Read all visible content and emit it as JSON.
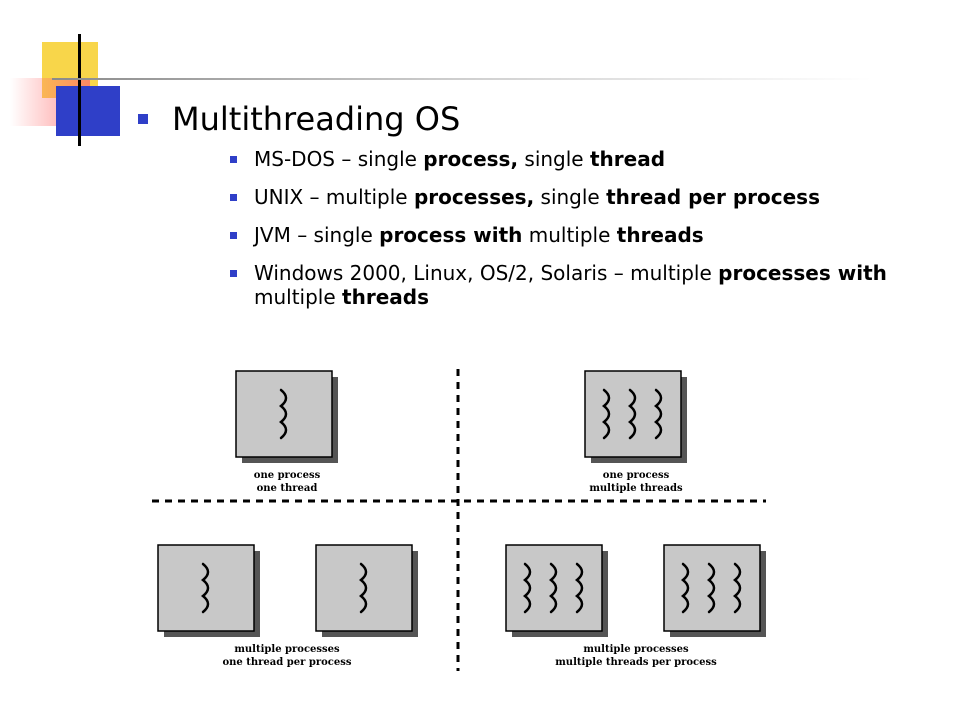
{
  "slide": {
    "title": "Multithreading OS",
    "bullets": [
      [
        {
          "t": "MS-DOS – single "
        },
        {
          "t": "process,",
          "b": true
        },
        {
          "t": " single "
        },
        {
          "t": "thread",
          "b": true
        }
      ],
      [
        {
          "t": "UNIX – multiple "
        },
        {
          "t": "processes,",
          "b": true
        },
        {
          "t": " single "
        },
        {
          "t": "thread per process",
          "b": true
        }
      ],
      [
        {
          "t": "JVM – single "
        },
        {
          "t": "process with",
          "b": true
        },
        {
          "t": " multiple "
        },
        {
          "t": "threads",
          "b": true
        }
      ],
      [
        {
          "t": "Windows 2000, Linux, OS/2, Solaris – multiple "
        },
        {
          "t": "processes with",
          "b": true
        },
        {
          "t": " multiple "
        },
        {
          "t": "threads",
          "b": true
        }
      ]
    ]
  },
  "diagram": {
    "quadrants": [
      {
        "label1": "one process",
        "label2": "one thread",
        "processes": 1,
        "threads": 1
      },
      {
        "label1": "one process",
        "label2": "multiple threads",
        "processes": 1,
        "threads": 3
      },
      {
        "label1": "multiple processes",
        "label2": "one thread per process",
        "processes": 2,
        "threads": 1
      },
      {
        "label1": "multiple processes",
        "label2": "multiple threads per process",
        "processes": 2,
        "threads": 3
      }
    ]
  },
  "colors": {
    "accent": "#2f3fc8",
    "box_fill": "#c8c8c8",
    "shadow": "#555555"
  }
}
